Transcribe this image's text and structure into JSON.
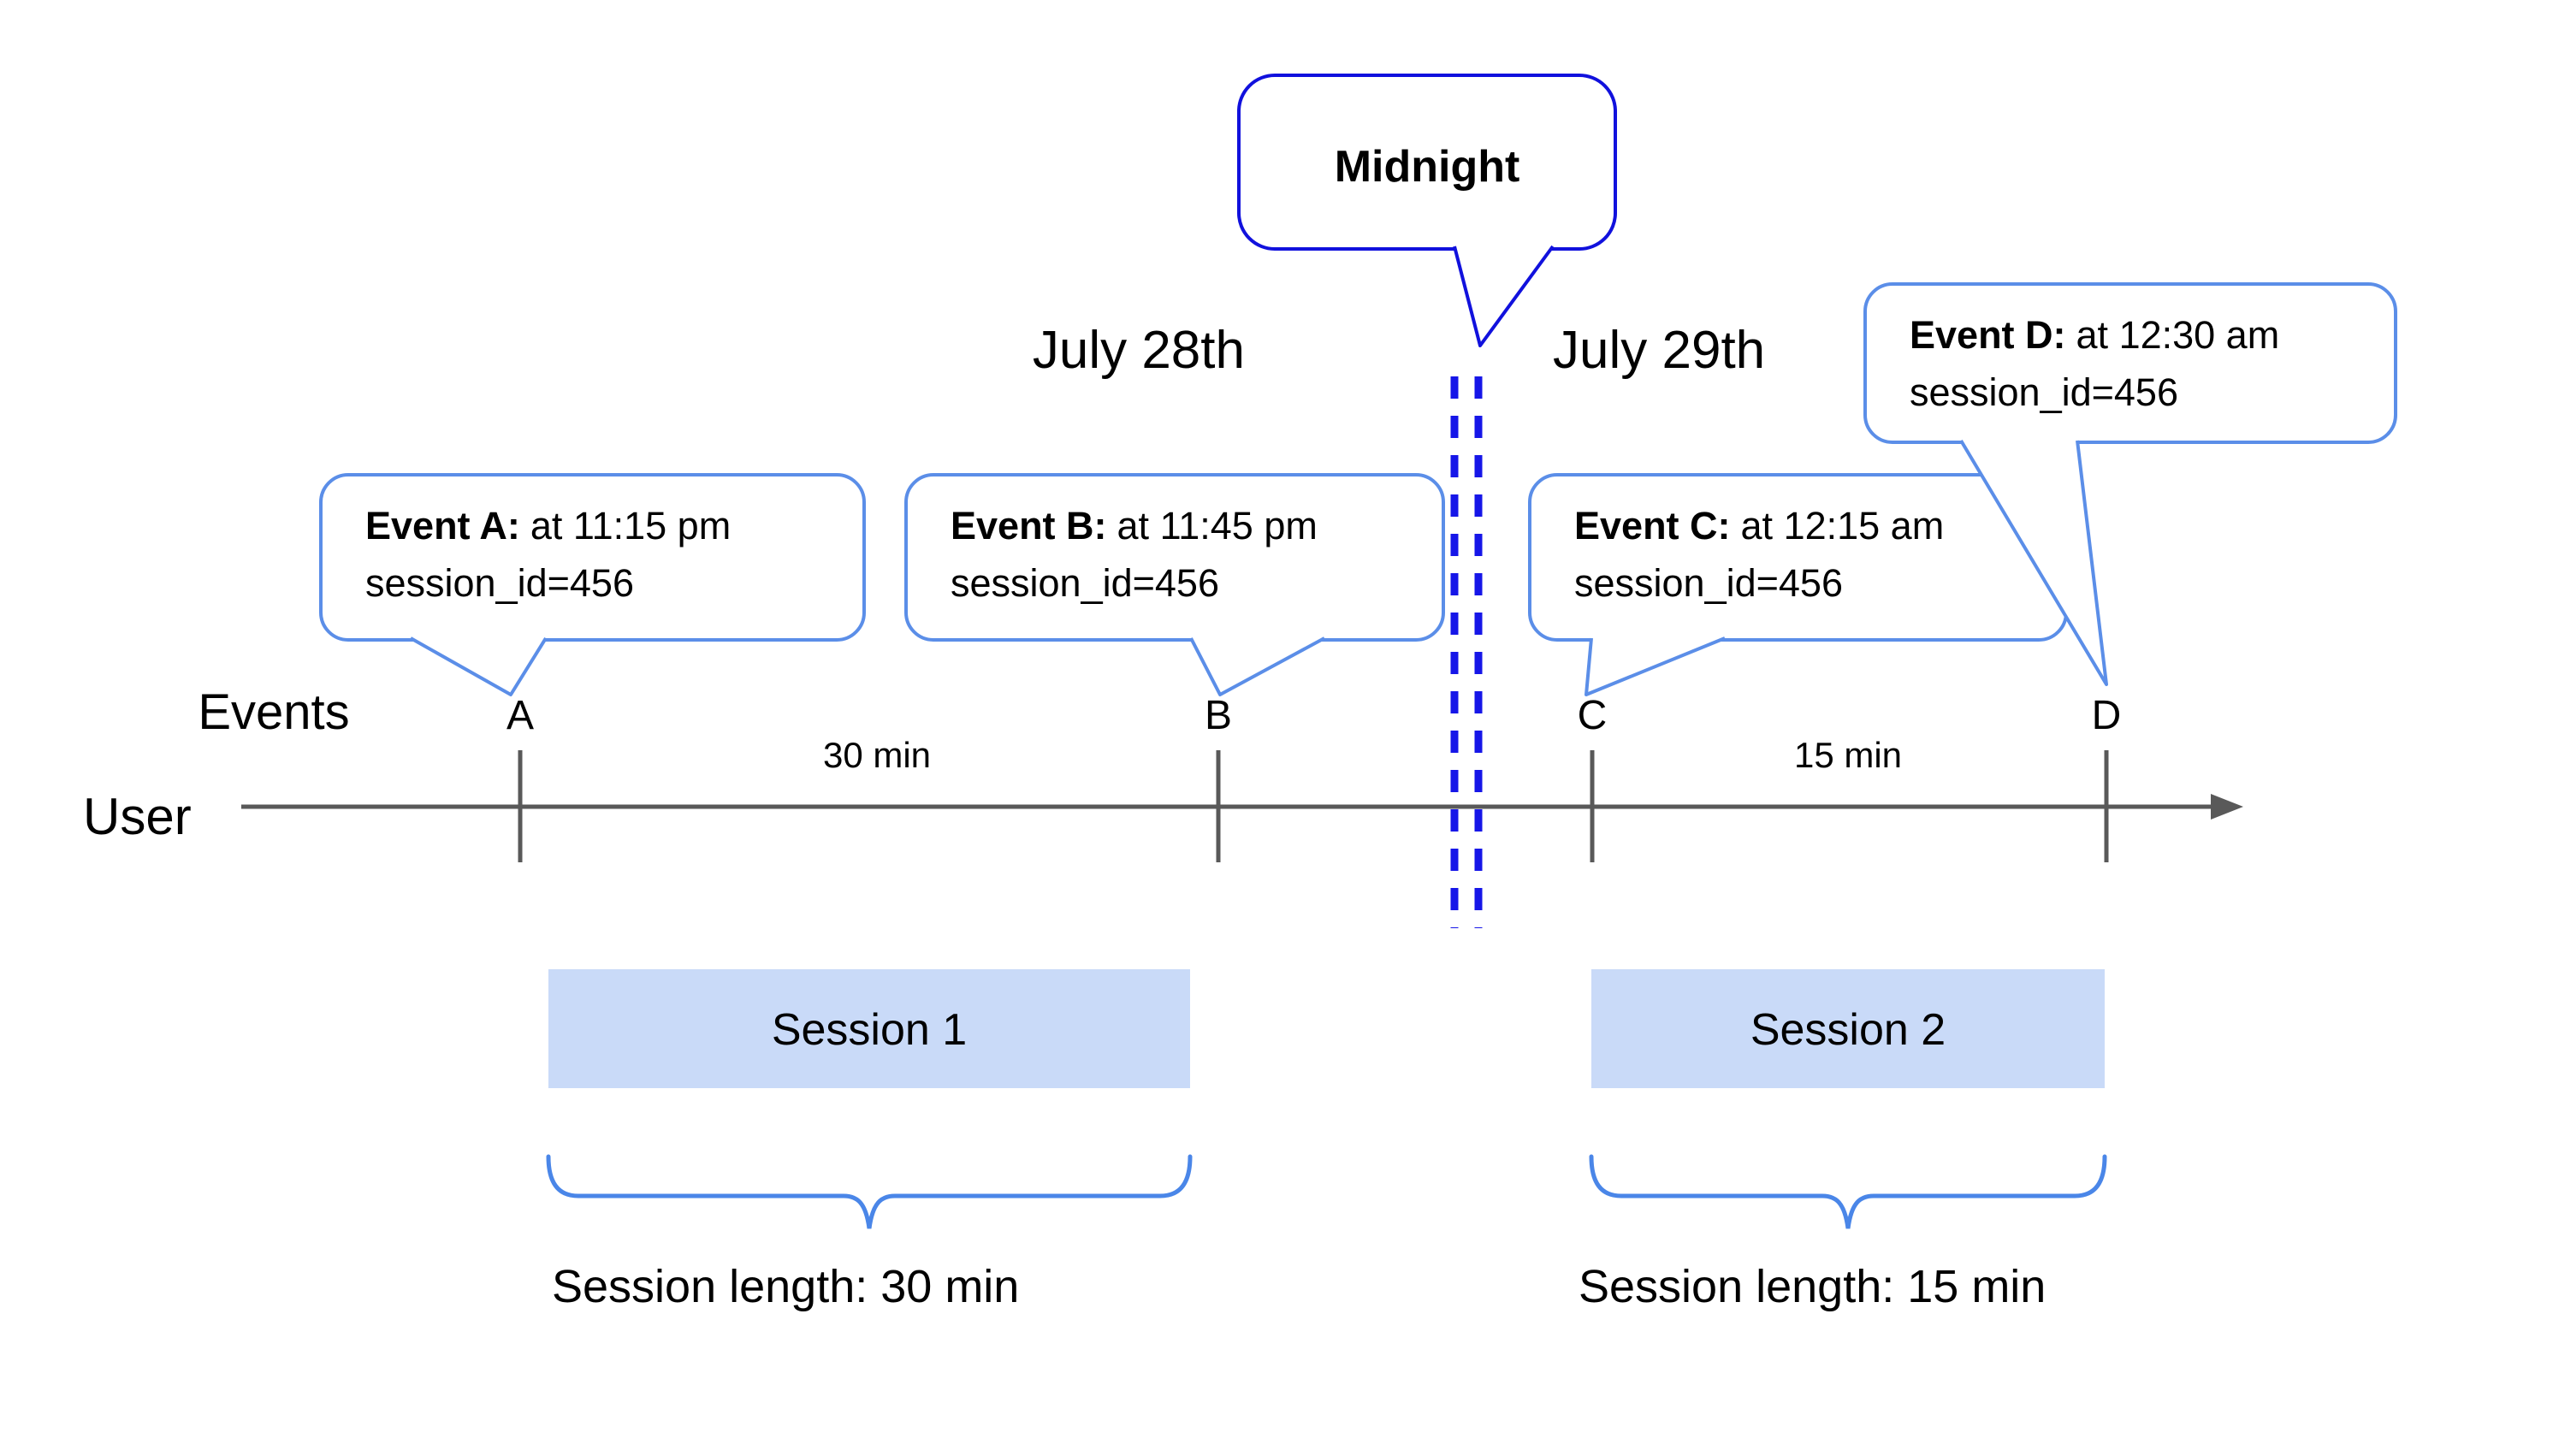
{
  "diagram": {
    "dates": {
      "before_midnight": "July 28th",
      "after_midnight": "July 29th"
    },
    "midnight_callout": {
      "label": "Midnight"
    },
    "axis": {
      "row_label": "Events",
      "user_label": "User",
      "gap_ab_label": "30 min",
      "gap_cd_label": "15 min",
      "tick_labels": [
        "A",
        "B",
        "C",
        "D"
      ]
    },
    "event_callouts": [
      {
        "bold": "Event A:",
        "rest": "at 11:15 pm",
        "line2": "session_id=456"
      },
      {
        "bold": "Event B:",
        "rest": "at 11:45 pm",
        "line2": "session_id=456"
      },
      {
        "bold": "Event C:",
        "rest": "at 12:15 am",
        "line2": "session_id=456"
      },
      {
        "bold": "Event D:",
        "rest": "at 12:30 am",
        "line2": "session_id=456"
      }
    ],
    "sessions": [
      {
        "label": "Session 1",
        "length_label": "Session length: 30 min"
      },
      {
        "label": "Session 2",
        "length_label": "Session length: 15 min"
      }
    ],
    "colors": {
      "event_callout_border": "#5b8ee8",
      "midnight_callout_border": "#1111dd",
      "midnight_dashed_line": "#1616e8",
      "axis_gray": "#595959",
      "session_box_fill": "#c9daf8",
      "brace_blue": "#4a86e8",
      "text_black": "#000000"
    }
  }
}
